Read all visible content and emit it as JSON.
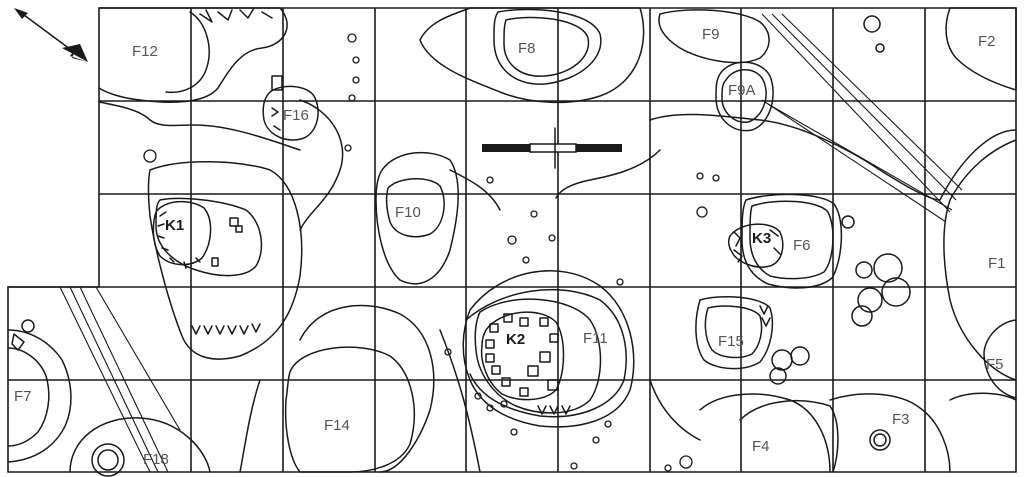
{
  "features": {
    "F1": "F1",
    "F2": "F2",
    "F3": "F3",
    "F4": "F4",
    "F5": "F5",
    "F6": "F6",
    "F7": "F7",
    "F8": "F8",
    "F9": "F9",
    "F9A": "F9A",
    "F10": "F10",
    "F11": "F11",
    "F12": "F12",
    "F14": "F14",
    "F15": "F15",
    "F16": "F16",
    "F18": "F18"
  },
  "kilns": {
    "K1": "K1",
    "K2": "K2",
    "K3": "K3"
  }
}
